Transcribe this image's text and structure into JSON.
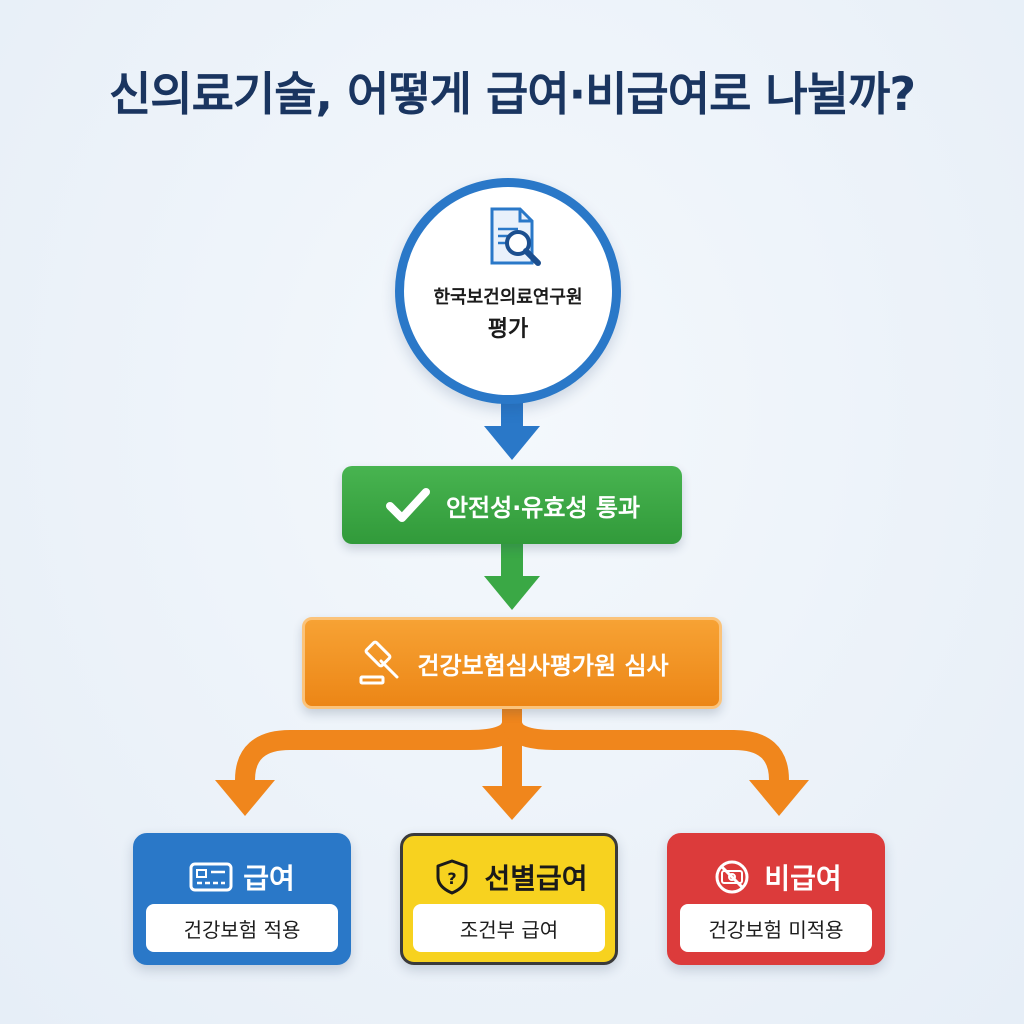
{
  "title": "신의료기술, 어떻게 급여·비급여로 나뉠까?",
  "start": {
    "line1": "한국보건의료연구원",
    "line2": "평가",
    "icon": "document-search-icon"
  },
  "steps": [
    {
      "label": "안전성·유효성 통과",
      "icon": "checkmark-icon",
      "color": "#3aa845"
    },
    {
      "label": "건강보험심사평가원 심사",
      "icon": "gavel-icon",
      "color": "#f39423"
    }
  ],
  "outcomes": [
    {
      "title": "급여",
      "subtitle": "건강보험 적용",
      "icon": "insurance-card-icon",
      "color": "#2a78c8"
    },
    {
      "title": "선별급여",
      "subtitle": "조건부 급여",
      "icon": "shield-question-icon",
      "color": "#f7d21f"
    },
    {
      "title": "비급여",
      "subtitle": "건강보험 미적용",
      "icon": "no-money-icon",
      "color": "#dc3b3b"
    }
  ],
  "colors": {
    "blue": "#2a78c8",
    "green": "#3aa845",
    "orange": "#f39423",
    "title": "#1a3560"
  }
}
